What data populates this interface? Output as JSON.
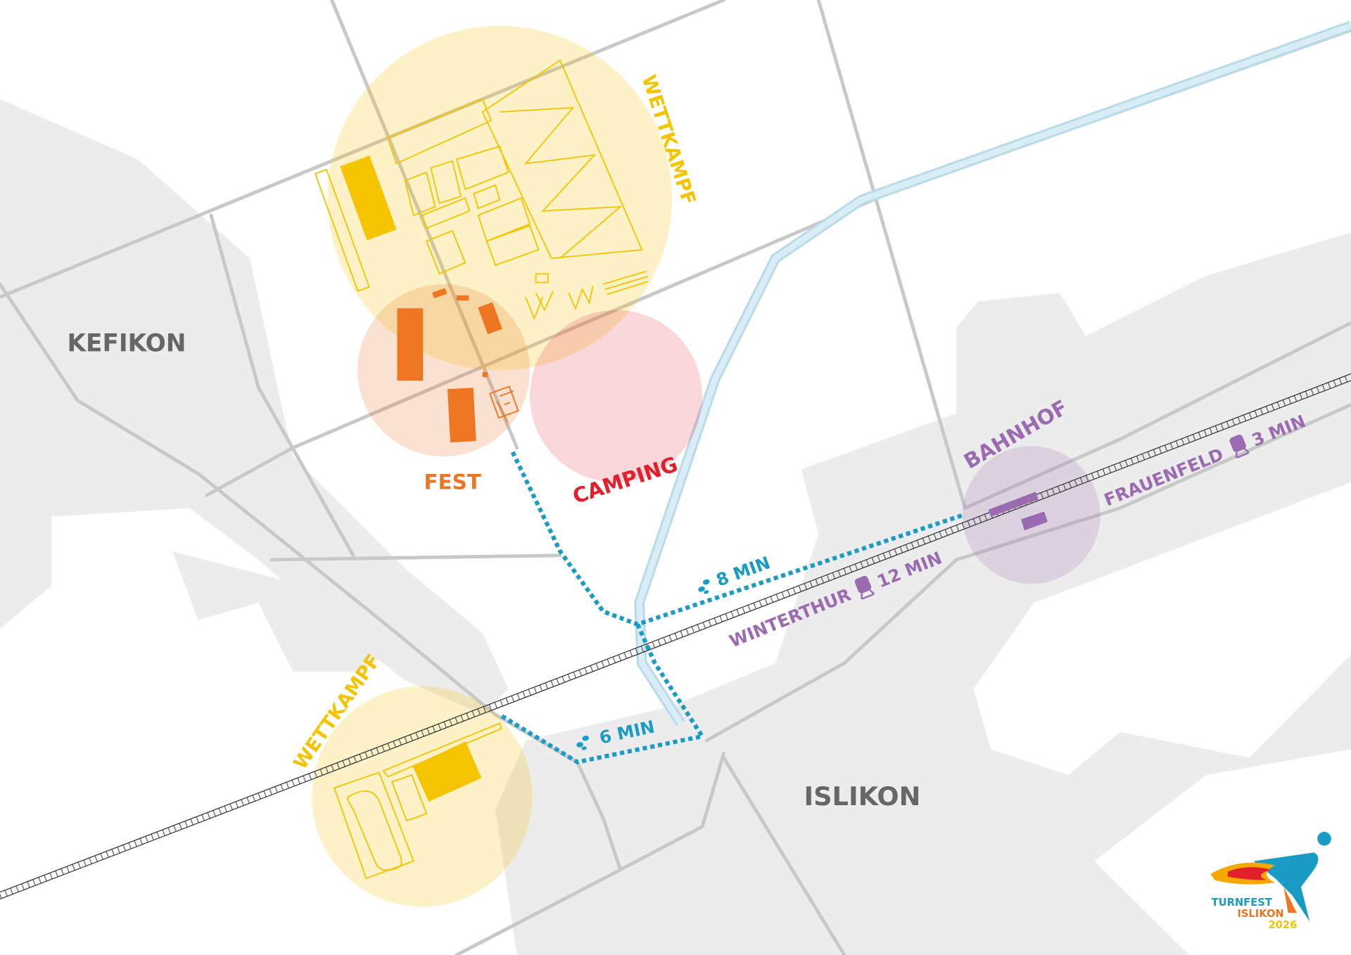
{
  "villages": {
    "kefikon": "KEFIKON",
    "islikon": "ISLIKON"
  },
  "zones": {
    "wettkampf_north": "WETTKAMPF",
    "wettkampf_south": "WETTKAMPF",
    "fest": "FEST",
    "camping": "CAMPING",
    "bahnhof": "BAHNHOF"
  },
  "walking": {
    "to_fest": "8 MIN",
    "to_wettkampf": "6 MIN",
    "icon": "footsteps-icon"
  },
  "trains": {
    "winterthur": {
      "destination": "WINTERTHUR",
      "time": "12 MIN",
      "icon": "train-icon"
    },
    "frauenfeld": {
      "destination": "FRAUENFELD",
      "time": "3 MIN",
      "icon": "train-icon"
    }
  },
  "logo": {
    "line1": "TURNFEST",
    "line2": "ISLIKON",
    "line3": "2026"
  },
  "colors": {
    "wettkampf": "#f5c400",
    "fest": "#ee7623",
    "camping": "#e3202a",
    "bahnhof": "#9a6bb0",
    "walk": "#1a9bc4",
    "village": "#ececec",
    "road": "#c8c8c8",
    "river": "#cde6f1"
  }
}
